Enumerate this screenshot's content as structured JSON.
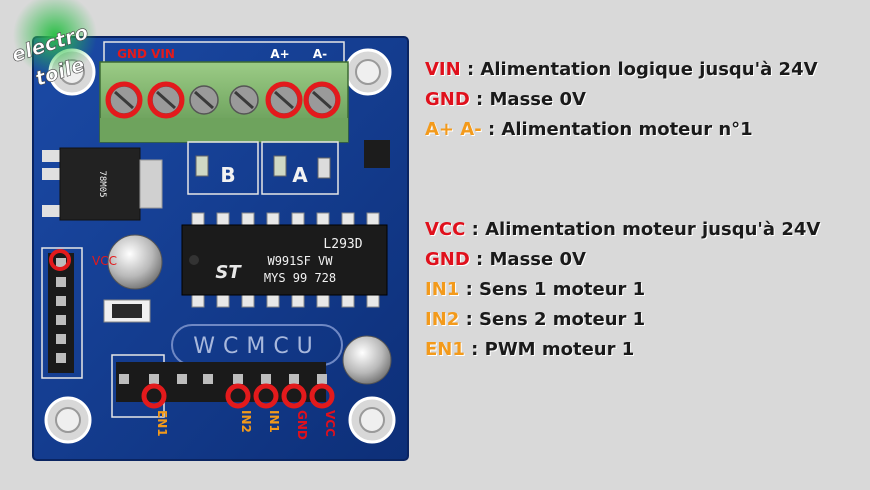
{
  "logo": {
    "line1": "electro",
    "line2": "toile"
  },
  "colors": {
    "board": "#123a8c",
    "terminal": "#7cb06a",
    "marker": "#e31a1c",
    "key_red": "#e0101c",
    "key_orange": "#f39a1b",
    "silk": "#e6e6e6"
  },
  "terminal_labels": {
    "gnd_vin": "GND VIN",
    "a_plus": "A+",
    "a_minus": "A-"
  },
  "channel_labels": {
    "b": "B",
    "a": "A"
  },
  "regulator_text": "78M05",
  "chip": {
    "line1": "L293D",
    "line2": "W991SF VW",
    "line3": "MYS 99 728",
    "logo": "ST"
  },
  "watermark": "WCMCU",
  "vcc_side_label": "VCC",
  "bottom_labels": [
    {
      "text": "EN1",
      "color": "orange"
    },
    {
      "text": "IN2",
      "color": "orange"
    },
    {
      "text": "IN1",
      "color": "orange"
    },
    {
      "text": "GND",
      "color": "red"
    },
    {
      "text": "VCC",
      "color": "red"
    }
  ],
  "legend_top": [
    {
      "key": "VIN",
      "color": "red",
      "desc": " : Alimentation logique jusqu'à 24V"
    },
    {
      "key": "GND",
      "color": "red",
      "desc": " : Masse 0V"
    },
    {
      "key": "A+ A-",
      "color": "orange",
      "desc": " : Alimentation moteur n°1"
    }
  ],
  "legend_bottom": [
    {
      "key": "VCC",
      "color": "red",
      "desc": " : Alimentation moteur jusqu'à 24V"
    },
    {
      "key": "GND",
      "color": "red",
      "desc": " : Masse 0V"
    },
    {
      "key": "IN1",
      "color": "orange",
      "desc": " : Sens 1 moteur 1"
    },
    {
      "key": "IN2",
      "color": "orange",
      "desc": " : Sens 2 moteur 1"
    },
    {
      "key": "EN1",
      "color": "orange",
      "desc": " : PWM moteur 1"
    }
  ]
}
